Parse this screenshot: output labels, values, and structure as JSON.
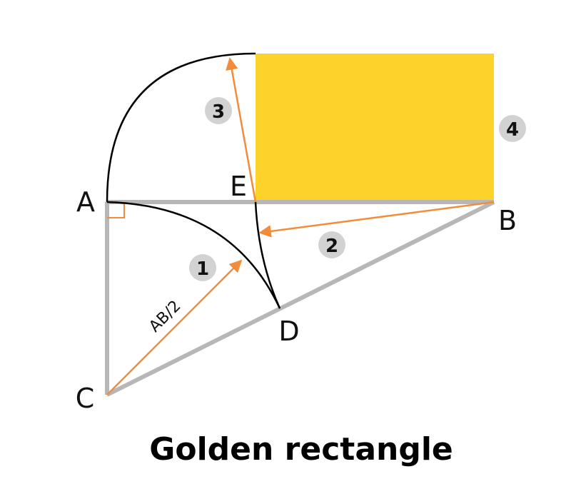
{
  "title": "Golden rectangle",
  "points": {
    "A": "A",
    "B": "B",
    "C": "C",
    "D": "D",
    "E": "E"
  },
  "segment_label": "AB/2",
  "steps": [
    "1",
    "2",
    "3",
    "4"
  ],
  "colors": {
    "triangle": "#b7b7b7",
    "arrow": "#f28c3a",
    "rectangle": "#fcd22b",
    "arc": "#000000",
    "right_angle": "#f28c3a",
    "step_badge": "#d2d2d2"
  }
}
